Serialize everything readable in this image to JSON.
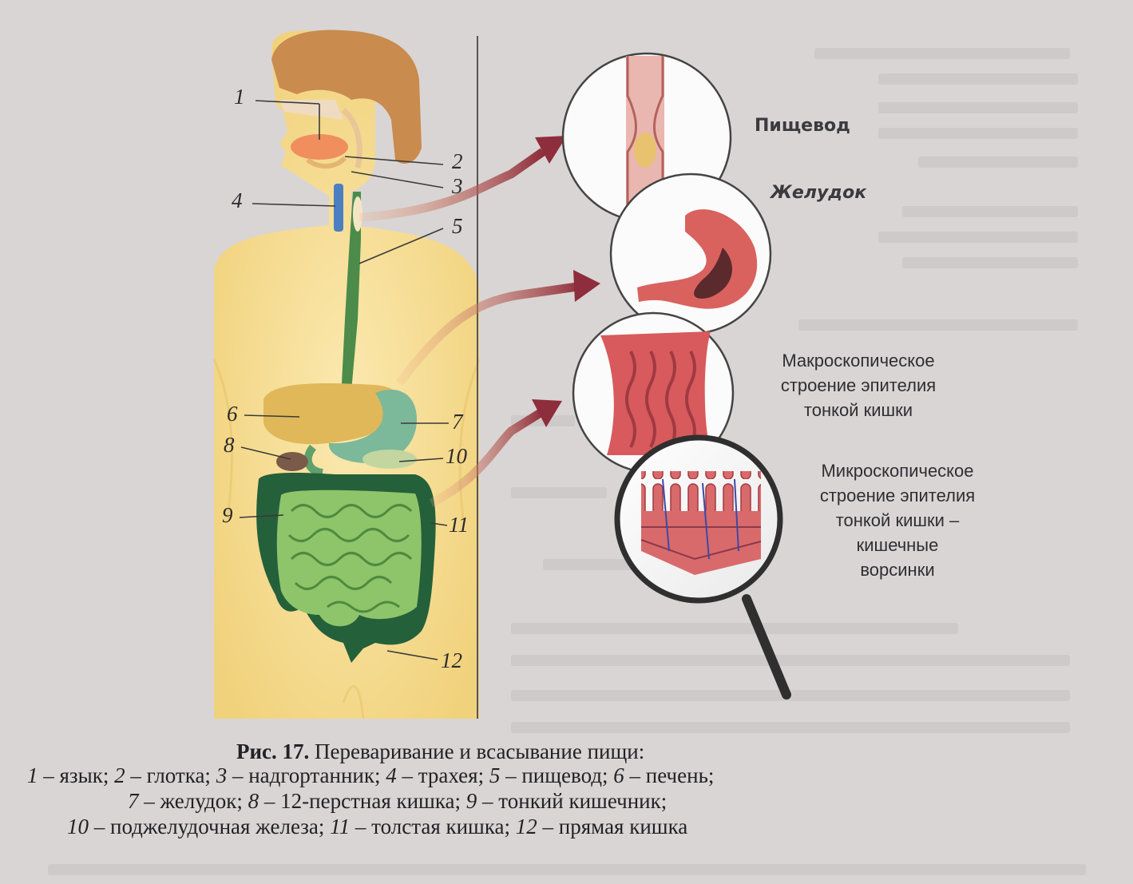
{
  "figure": {
    "labels": [
      "1",
      "2",
      "3",
      "4",
      "5",
      "6",
      "7",
      "8",
      "9",
      "10",
      "11",
      "12"
    ],
    "side_labels": {
      "esophagus": "Пищевод",
      "stomach": "Желудок",
      "macro_1": "Макроскопическое",
      "macro_2": "строение эпителия",
      "macro_3": "тонкой кишки",
      "micro_1": "Микроскопическое",
      "micro_2": "строение эпителия",
      "micro_3": "тонкой кишки –",
      "micro_4": "кишечные",
      "micro_5": "ворсинки"
    },
    "caption": {
      "title_bold": "Рис. 17.",
      "title_rest": " Переваривание и всасывание пищи:",
      "line1": [
        {
          "n": "1",
          "t": " – язык; "
        },
        {
          "n": "2",
          "t": " – глотка; "
        },
        {
          "n": "3",
          "t": " – надгортанник; "
        },
        {
          "n": "4",
          "t": " – трахея; "
        },
        {
          "n": "5",
          "t": " – пищевод; "
        },
        {
          "n": "6",
          "t": " – печень;"
        }
      ],
      "line2": [
        {
          "n": "7",
          "t": " – желудок; "
        },
        {
          "n": "8",
          "t": " – 12-перстная кишка; "
        },
        {
          "n": "9",
          "t": " – тонкий кишечник;"
        }
      ],
      "line3": [
        {
          "n": "10",
          "t": " – поджелудочная железа; "
        },
        {
          "n": "11",
          "t": " – толстая кишка; "
        },
        {
          "n": "12",
          "t": " – прямая кишка"
        }
      ]
    },
    "colors": {
      "page": "#d9d5d4",
      "body_fill": "#f4dc8e",
      "hair": "#c98b4e",
      "gut_dark": "#24603a",
      "small_intestine": "#8ec46a",
      "esophagus": "#4c8b4a",
      "liver": "#e0b85a",
      "stomach": "#7cb89a",
      "arrow": "#8e2d3c",
      "tissue": "#d85a5c"
    }
  }
}
